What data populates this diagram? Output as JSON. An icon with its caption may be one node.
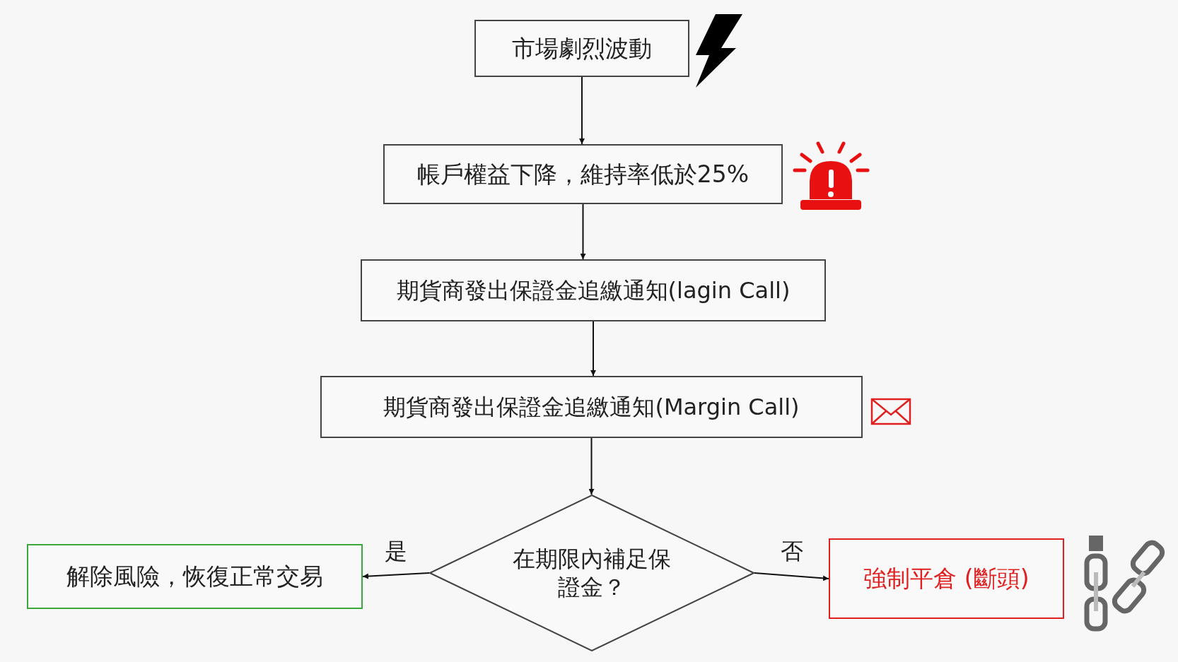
{
  "diagram": {
    "nodes": [
      {
        "text": [
          "市場劇烈波動"
        ]
      },
      {
        "text": [
          "帳戶權益下降，維持率低於25%"
        ]
      },
      {
        "text": [
          "期貨商發出保證金追繳通知(lagin Call)"
        ]
      },
      {
        "text": [
          "期貨商發出保證金追繳通知(Margin Call)"
        ]
      },
      {
        "text": [
          "在期限內補足保證金？"
        ]
      },
      {
        "text": [
          "解除風險，恢復正常交易"
        ]
      },
      {
        "text": [
          "強制平倉 (斷頭)"
        ]
      }
    ],
    "edges": [
      {
        "from": 0,
        "to": 1,
        "arrow": "to"
      },
      {
        "from": 1,
        "to": 2,
        "arrow": "to"
      },
      {
        "from": 2,
        "to": 3,
        "arrow": "to"
      },
      {
        "from": 3,
        "to": 4,
        "arrow": "to"
      },
      {
        "from": 4,
        "to": 5,
        "arrow": "to",
        "label": "是"
      },
      {
        "from": 4,
        "to": 6,
        "arrow": "to",
        "label": "否"
      }
    ]
  }
}
